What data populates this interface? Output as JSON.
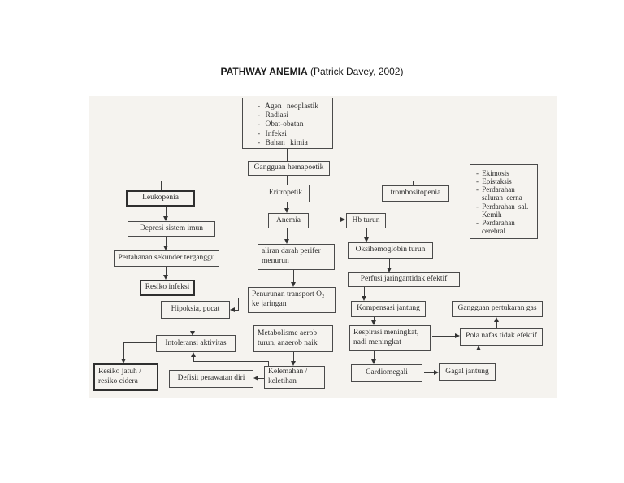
{
  "page": {
    "title_bold": "PATHWAY ANEMIA",
    "title_rest": " (Patrick Davey, 2002)"
  },
  "colors": {
    "panel_bg": "#f5f3ef",
    "box_border": "#4a4a4a",
    "connector": "#3d3d3d",
    "text": "#2e2e2e"
  },
  "nodes": {
    "causes": {
      "items": [
        "- Agen neoplastik",
        "- Radiasi",
        "- Obat-obatan",
        "- Infeksi",
        "- Bahan kimia"
      ]
    },
    "gangguan_hemapoetik": {
      "label": "Gangguan hemapoetik"
    },
    "leukopenia": {
      "label": "Leukopenia"
    },
    "eritropetik": {
      "label": "Eritropetik"
    },
    "trombositopenia": {
      "label": "trombositopenia"
    },
    "bleeding": {
      "items": [
        "- Ekimosis",
        "- Epistaksis",
        "- Perdarahan saluran cerna",
        "- Perdarahan sal. Kemih",
        "- Perdarahan cerebral"
      ]
    },
    "depresi_sistem_imun": {
      "label": "Depresi sistem imun"
    },
    "anemia": {
      "label": "Anemia"
    },
    "hb_turun": {
      "label": "Hb turun"
    },
    "aliran_darah": {
      "label": "aliran darah perifer menurun"
    },
    "oksihemoglobin_turun": {
      "label": "Oksihemoglobin turun"
    },
    "pertahanan_sekunder": {
      "label": "Pertahanan sekunder terganggu"
    },
    "resiko_infeksi": {
      "label": "Resiko infeksi"
    },
    "perfusi_jaringan": {
      "label": "Perfusi jaringantidak efektif"
    },
    "penurunan_transport": {
      "label": "Penurunan transport O₂ ke jaringan"
    },
    "hipoksia_pucat": {
      "label": "Hipoksia, pucat"
    },
    "kompensasi_jantung": {
      "label": "Kompensasi jantung"
    },
    "gangguan_pertukaran_gas": {
      "label": "Gangguan pertukaran gas"
    },
    "metabolisme_aerob": {
      "label": "Metabolisme aerob turun, anaerob naik"
    },
    "intoleransi_aktivitas": {
      "label": "Intoleransi aktivitas"
    },
    "respirasi_meningkat": {
      "label": "Respirasi meningkat, nadi meningkat"
    },
    "pola_nafas": {
      "label": "Pola nafas tidak efektif"
    },
    "resiko_jatuh": {
      "label": "Resiko jatuh / resiko cidera"
    },
    "defisit_perawatan": {
      "label": "Defisit perawatan diri"
    },
    "kelemahan": {
      "label": "Kelemahan / keletihan"
    },
    "cardiomegali": {
      "label": "Cardiomegali"
    },
    "gagal_jantung": {
      "label": "Gagal jantung"
    }
  }
}
